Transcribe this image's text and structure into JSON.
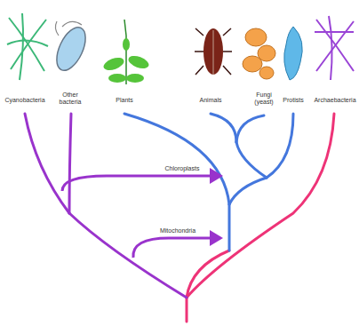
{
  "diagram": {
    "labels": [
      "Cyanobacteria",
      "Other bacteria",
      "Plants",
      "Animals",
      "Fungi (yeast)",
      "Protists",
      "Archaebacteria",
      "Chloroplasts",
      "Mitochondria"
    ]
  }
}
